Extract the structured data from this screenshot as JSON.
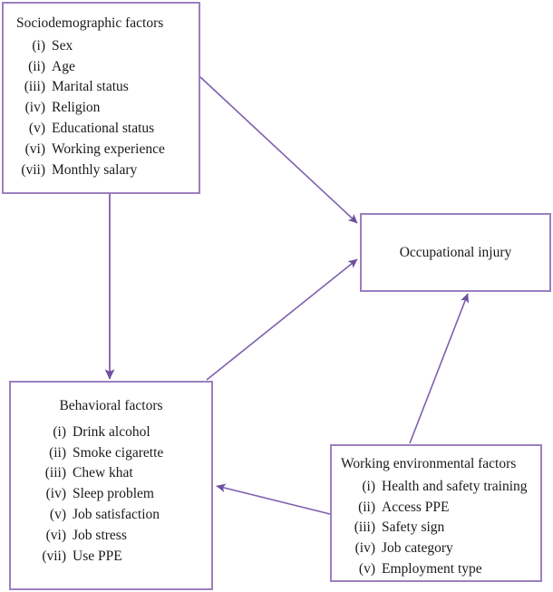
{
  "diagram": {
    "type": "conceptual-framework",
    "accent_color": "#9b7fc0",
    "text_color": "#1a1a1a",
    "background_color": "#ffffff",
    "nodes": [
      {
        "id": "sociodemographic",
        "title": "Sociodemographic factors",
        "items": [
          {
            "num": "(i)",
            "label": "Sex"
          },
          {
            "num": "(ii)",
            "label": "Age"
          },
          {
            "num": "(iii)",
            "label": "Marital status"
          },
          {
            "num": "(iv)",
            "label": "Religion"
          },
          {
            "num": "(v)",
            "label": "Educational status"
          },
          {
            "num": "(vi)",
            "label": "Working experience"
          },
          {
            "num": "(vii)",
            "label": "Monthly salary"
          }
        ]
      },
      {
        "id": "occupational-injury",
        "title": "Occupational injury",
        "items": []
      },
      {
        "id": "behavioral",
        "title": "Behavioral factors",
        "items": [
          {
            "num": "(i)",
            "label": "Drink alcohol"
          },
          {
            "num": "(ii)",
            "label": "Smoke cigarette"
          },
          {
            "num": "(iii)",
            "label": "Chew khat"
          },
          {
            "num": "(iv)",
            "label": "Sleep problem"
          },
          {
            "num": "(v)",
            "label": "Job satisfaction"
          },
          {
            "num": "(vi)",
            "label": "Job stress"
          },
          {
            "num": "(vii)",
            "label": "Use PPE"
          }
        ]
      },
      {
        "id": "working-environment",
        "title": "Working environmental factors",
        "items": [
          {
            "num": "(i)",
            "label": "Health and safety training"
          },
          {
            "num": "(ii)",
            "label": "Access PPE"
          },
          {
            "num": "(iii)",
            "label": "Safety sign"
          },
          {
            "num": "(iv)",
            "label": "Job category"
          },
          {
            "num": "(v)",
            "label": "Employment type"
          }
        ]
      }
    ],
    "edges": [
      {
        "id": "sociodemographic-to-occupational-injury",
        "from": "sociodemographic",
        "to": "occupational-injury",
        "label": ""
      },
      {
        "id": "sociodemographic-to-behavioral",
        "from": "sociodemographic",
        "to": "behavioral",
        "label": ""
      },
      {
        "id": "behavioral-to-occupational-injury",
        "from": "behavioral",
        "to": "occupational-injury",
        "label": ""
      },
      {
        "id": "working-environment-to-occupational-injury",
        "from": "working-environment",
        "to": "occupational-injury",
        "label": ""
      },
      {
        "id": "working-environment-to-behavioral",
        "from": "working-environment",
        "to": "behavioral",
        "label": ""
      }
    ]
  }
}
